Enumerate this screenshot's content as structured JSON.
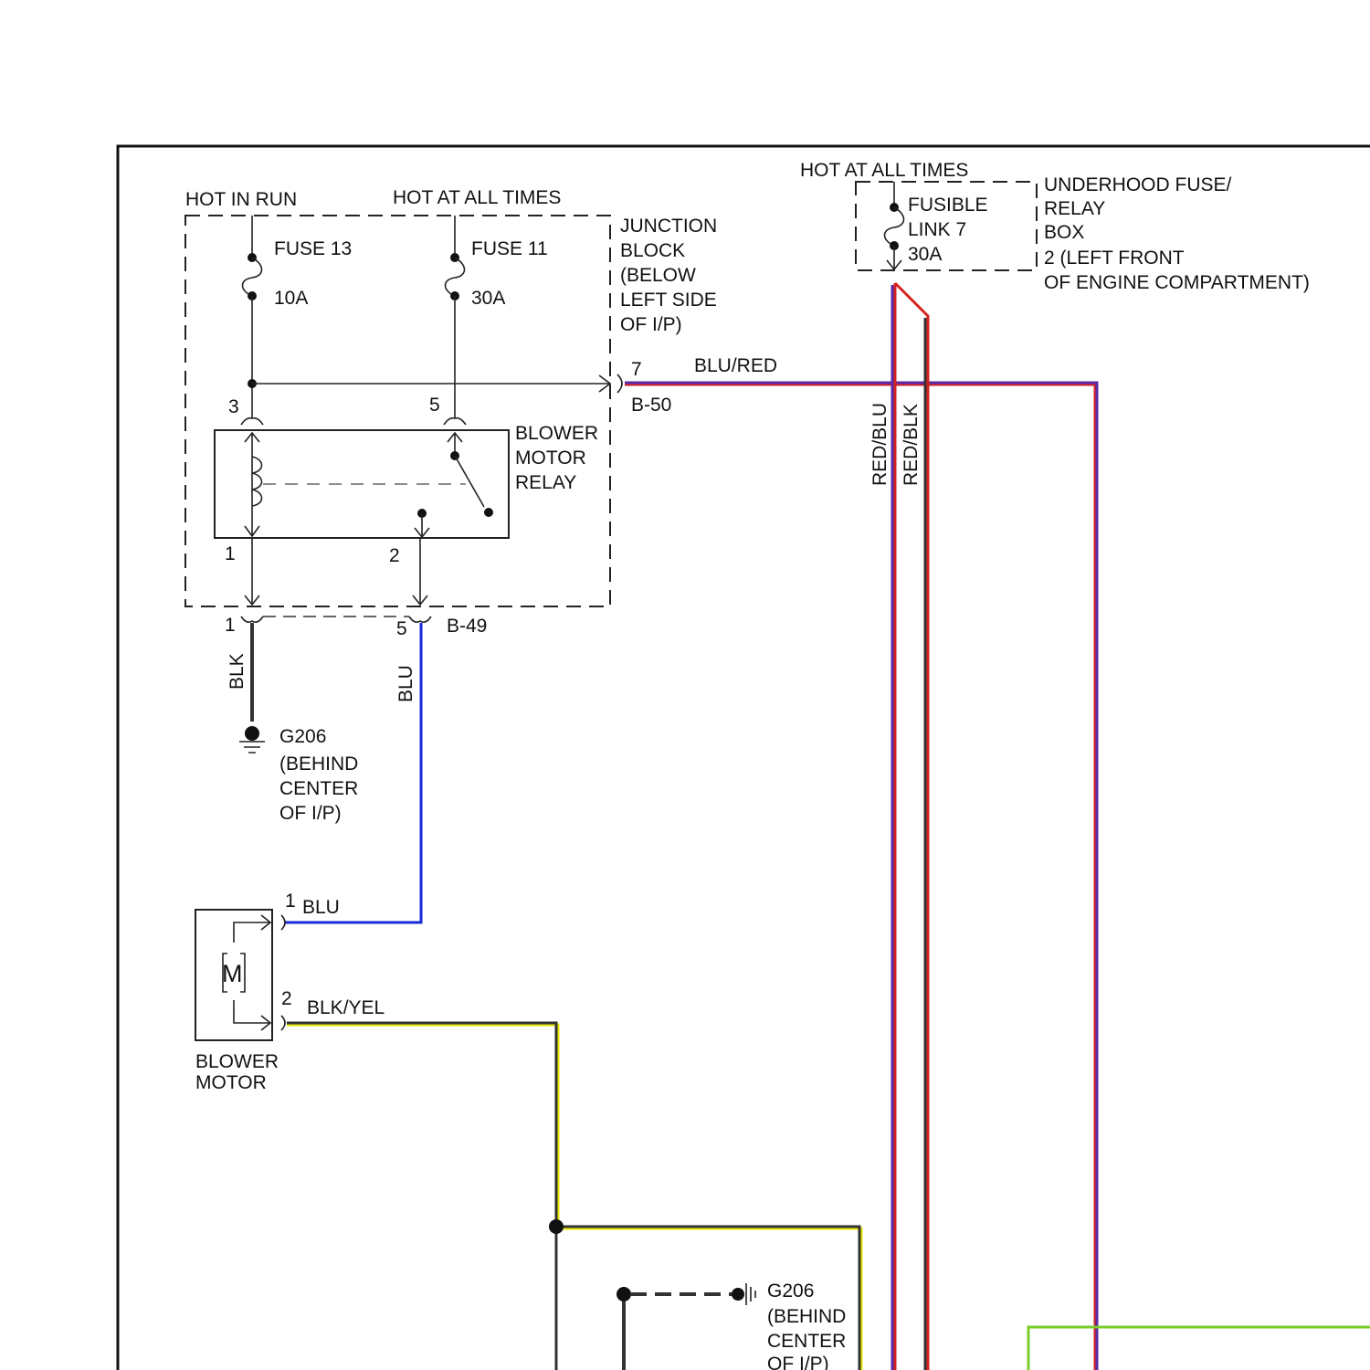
{
  "colors": {
    "black": "#222222",
    "blue": "#1a2ad6",
    "purple": "#5a2aa8",
    "red_trace": "#d42222",
    "yellow_trace": "#e8e600",
    "green": "#7acc2a"
  },
  "labels": {
    "hot_in_run": "HOT IN RUN",
    "hot_at_all_times_left": "HOT AT ALL TIMES",
    "hot_at_all_times_right": "HOT AT ALL TIMES",
    "fuse13": "FUSE 13",
    "fuse13_rating": "10A",
    "fuse11": "FUSE 11",
    "fuse11_rating": "30A",
    "junction_block": [
      "JUNCTION",
      "BLOCK",
      "(BELOW",
      "LEFT SIDE",
      "OF I/P)"
    ],
    "blower_motor_relay": [
      "BLOWER",
      "MOTOR",
      "RELAY"
    ],
    "pin_3": "3",
    "pin_5_top": "5",
    "pin_1_relay": "1",
    "pin_2_relay": "2",
    "pin_1_conn": "1",
    "pin_5_conn": "5",
    "conn_b49": "B-49",
    "pin_7": "7",
    "conn_b50": "B-50",
    "wire_blu_red": "BLU/RED",
    "wire_blk": "BLK",
    "wire_blu_vert": "BLU",
    "ground_g206_top": [
      "G206",
      "(BEHIND",
      "CENTER",
      "OF I/P)"
    ],
    "motor_pin_1": "1",
    "motor_wire_blu": "BLU",
    "motor_pin_2": "2",
    "motor_wire_blk_yel": "BLK/YEL",
    "motor_symbol": "M",
    "blower_motor": [
      "BLOWER",
      "MOTOR"
    ],
    "fusible_link": [
      "FUSIBLE",
      "LINK 7",
      "30A"
    ],
    "underhood_box": [
      "UNDERHOOD FUSE/",
      "RELAY",
      "BOX",
      "2 (LEFT FRONT",
      "OF ENGINE COMPARTMENT)"
    ],
    "wire_red_blu": "RED/BLU",
    "wire_red_blk": "RED/BLK",
    "ground_g206_bottom": [
      "G206",
      "(BEHIND",
      "CENTER",
      "OF I/P)"
    ]
  }
}
